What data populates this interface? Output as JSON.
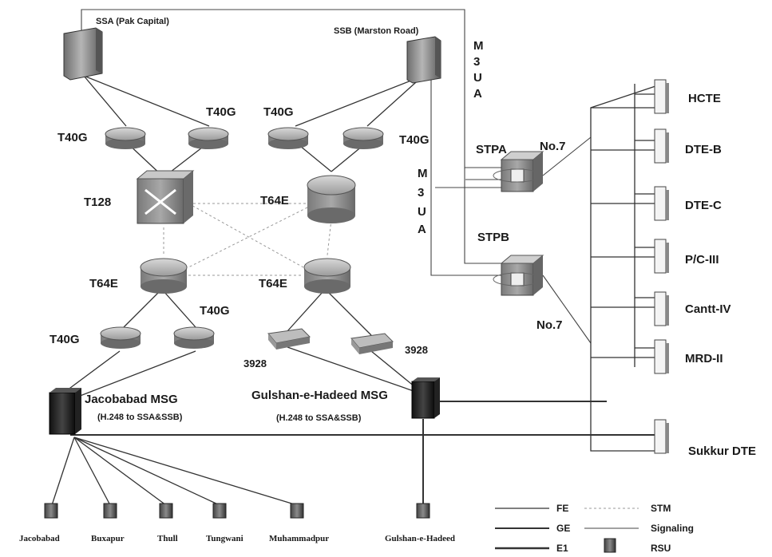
{
  "nodes": {
    "ssa": "SSA (Pak Capital)",
    "ssb": "SSB (Marston Road)",
    "t40g_a1": "T40G",
    "t40g_a2": "T40G",
    "t40g_b1": "T40G",
    "t40g_b2": "T40G",
    "t128": "T128",
    "t64e_top": "T64E",
    "t64e_left": "T64E",
    "t64e_right": "T64E",
    "t40g_c1": "T40G",
    "t40g_c2": "T40G",
    "sw1": "3928",
    "sw2": "3928",
    "stpa": "STPA",
    "stpb": "STPB",
    "no7_a": "No.7",
    "no7_b": "No.7",
    "m3ua_a": [
      "M",
      "3",
      "U",
      "A"
    ],
    "m3ua_b": [
      "M",
      "3",
      "U",
      "A"
    ],
    "msg_left_name": "Jacobabad MSG",
    "msg_left_sub": "(H.248 to SSA&SSB)",
    "msg_right_name": "Gulshan-e-Hadeed MSG",
    "msg_right_sub": "(H.248 to SSA&SSB)"
  },
  "exchanges": [
    "HCTE",
    "DTE-B",
    "DTE-C",
    "P/C-III",
    "Cantt-IV",
    "MRD-II",
    "Sukkur DTE"
  ],
  "rsus": [
    "Jacobabad",
    "Buxapur",
    "Thull",
    "Tungwani",
    "Muhammadpur",
    "Gulshan-e-Hadeed"
  ],
  "legend": {
    "fe": "FE",
    "stm": "STM",
    "ge": "GE",
    "signaling": "Signaling",
    "e1": "E1",
    "rsu": "RSU"
  }
}
